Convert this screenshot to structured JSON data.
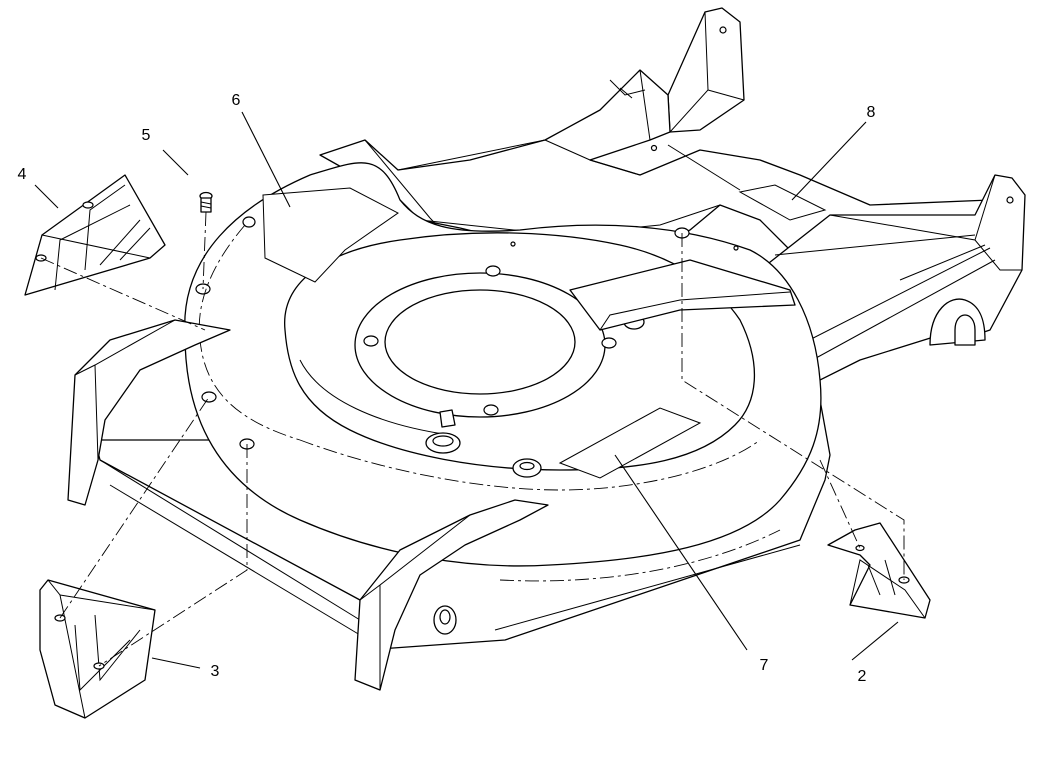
{
  "callouts": [
    {
      "id": "1",
      "label": "2"
    },
    {
      "id": "2",
      "label": "3"
    },
    {
      "id": "3",
      "label": "4"
    },
    {
      "id": "4",
      "label": "5"
    },
    {
      "id": "5",
      "label": "6"
    },
    {
      "id": "6",
      "label": "7"
    },
    {
      "id": "7",
      "label": "8"
    }
  ],
  "colors": {
    "line": "#000000",
    "background": "#ffffff"
  }
}
